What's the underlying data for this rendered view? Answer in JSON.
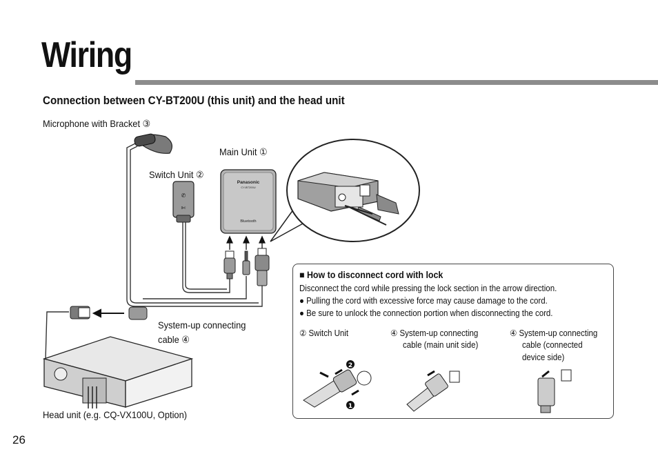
{
  "page": {
    "title": "Wiring",
    "subtitle": "Connection between CY-BT200U (this unit) and the head unit",
    "page_number": "26"
  },
  "labels": {
    "microphone": "Microphone with Bracket ③",
    "main_unit": "Main Unit ①",
    "switch_unit": "Switch Unit ②",
    "cable_line1": "System-up connecting",
    "cable_line2": "cable ④",
    "head_unit": "Head unit (e.g. CQ-VX100U, Option)"
  },
  "device_text": {
    "brand": "Panasonic",
    "model": "CY-BT200U",
    "bluetooth": "Bluetooth"
  },
  "lock_box": {
    "heading": "■ How to disconnect cord with lock",
    "intro": "Disconnect the cord while pressing the lock section in the arrow direction.",
    "bullet1": "● Pulling the cord with excessive force may cause damage to the cord.",
    "bullet2": "● Be sure to unlock the connection portion when disconnecting the cord.",
    "col1": "② Switch Unit",
    "col2_line1": "④ System-up connecting",
    "col2_line2": "cable (main unit side)",
    "col3_line1": "④ System-up connecting",
    "col3_line2": "cable (connected",
    "col3_line3": "device side)",
    "step2": "2",
    "step1": "1"
  }
}
